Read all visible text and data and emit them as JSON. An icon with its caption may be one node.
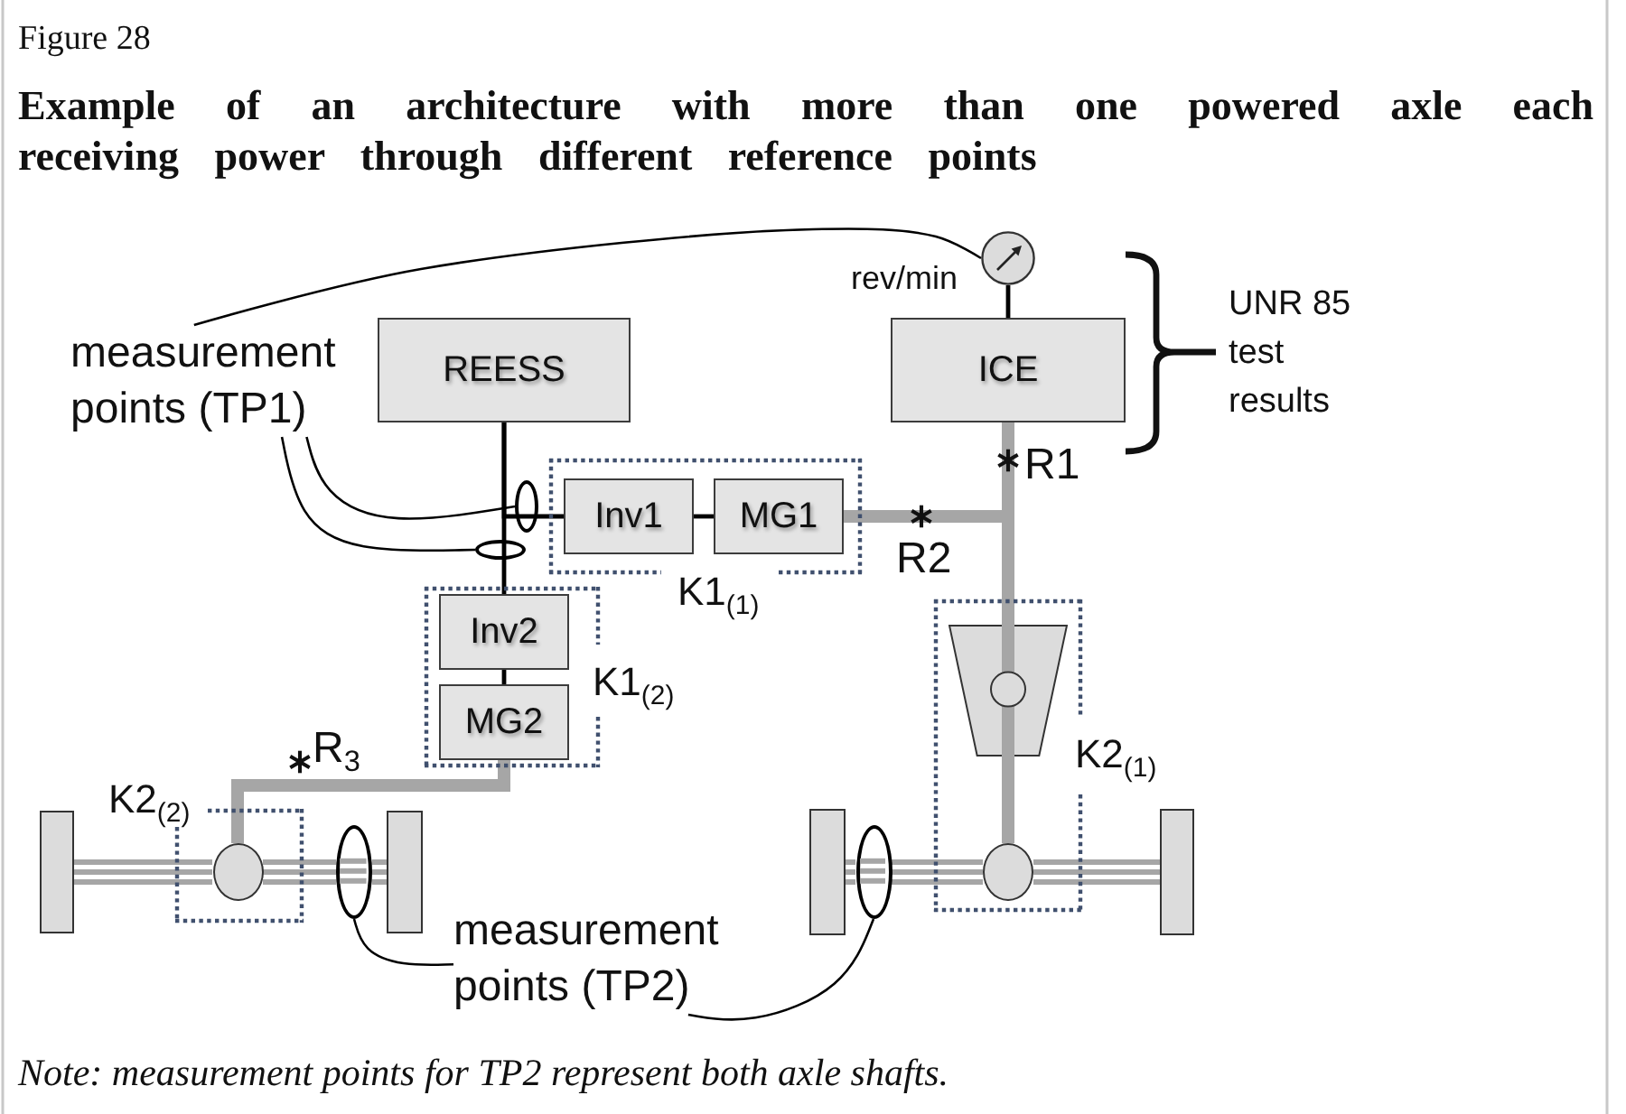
{
  "diagram": {
    "title": "Example of an architecture with more than one powered axle each receiving power through different reference points",
    "caption": "Note: measurement points for TP2 represent both axle shafts.",
    "nodes": [
      {
        "text": [
          "measurement points (TP1)"
        ]
      },
      {
        "text": [
          "REESS"
        ]
      },
      {
        "text": [],
        "shape": "gauge",
        "beside": [
          "rev/min"
        ]
      },
      {
        "text": [
          "ICE"
        ]
      },
      {
        "text": [
          "K1$_{(1)}$"
        ]
      },
      {
        "text": [
          "Inv1"
        ],
        "in": 4
      },
      {
        "text": [
          "MG1"
        ],
        "in": 4
      },
      {
        "text": [],
        "shape": "ellipse"
      },
      {
        "text": [],
        "shape": "ellipse"
      },
      {
        "text": [
          "K1$_{(2)}$"
        ]
      },
      {
        "text": [
          "Inv2"
        ],
        "in": 9
      },
      {
        "text": [
          "MG2"
        ],
        "in": 9
      },
      {
        "text": [
          "K2$_{(1)}$"
        ]
      },
      {
        "text": [],
        "shape": "trapezoid",
        "in": 12
      },
      {
        "text": [],
        "shape": "circle",
        "in": 12
      },
      {
        "text": [
          "K2$_{(2)}$"
        ]
      },
      {
        "text": [],
        "shape": "circle",
        "in": 15
      },
      {
        "text": [],
        "shape": "box"
      },
      {
        "text": [],
        "shape": "box"
      },
      {
        "text": [],
        "shape": "box"
      },
      {
        "text": [],
        "shape": "box"
      },
      {
        "text": [],
        "shape": "ellipse"
      },
      {
        "text": [],
        "shape": "ellipse"
      },
      {
        "text": [
          "measurement points (TP2)"
        ]
      }
    ],
    "edges": [
      {
        "from": 1,
        "to": 5,
        "arrow": "none"
      },
      {
        "from": 1,
        "to": 10,
        "arrow": "none"
      },
      {
        "from": 5,
        "to": 6,
        "arrow": "none"
      },
      {
        "from": 10,
        "to": 11,
        "arrow": "none"
      },
      {
        "from": 2,
        "to": 3,
        "arrow": "none"
      },
      {
        "from": 3,
        "to": 13,
        "arrow": "none",
        "style": "thick",
        "color": "#a6a6a6"
      },
      {
        "from": 6,
        "to": 13,
        "arrow": "none",
        "style": "thick",
        "color": "#a6a6a6"
      },
      {
        "from": 13,
        "to": 14,
        "arrow": "none",
        "style": "thick",
        "color": "#a6a6a6"
      },
      {
        "from": 11,
        "to": 16,
        "arrow": "none",
        "style": "thick",
        "color": "#a6a6a6"
      },
      {
        "from": 16,
        "to": 17,
        "arrow": "none",
        "color": "#a6a6a6"
      },
      {
        "from": 16,
        "to": 21,
        "arrow": "none",
        "color": "#a6a6a6"
      },
      {
        "from": 21,
        "to": 18,
        "arrow": "none",
        "color": "#a6a6a6"
      },
      {
        "from": 14,
        "to": 22,
        "arrow": "none",
        "color": "#a6a6a6"
      },
      {
        "from": 22,
        "to": 19,
        "arrow": "none",
        "color": "#a6a6a6"
      },
      {
        "from": 14,
        "to": 20,
        "arrow": "none",
        "color": "#a6a6a6"
      },
      {
        "from": 0,
        "to": 2,
        "arrow": "none"
      },
      {
        "from": 0,
        "to": 7,
        "arrow": "none"
      },
      {
        "from": 0,
        "to": 8,
        "arrow": "none"
      },
      {
        "from": 23,
        "to": 21,
        "arrow": "none"
      },
      {
        "from": 23,
        "to": 22,
        "arrow": "none"
      }
    ],
    "labels": [
      "Figure 28",
      "UNR 85 test results",
      "R1",
      "R2",
      "R$_{3}$"
    ]
  }
}
